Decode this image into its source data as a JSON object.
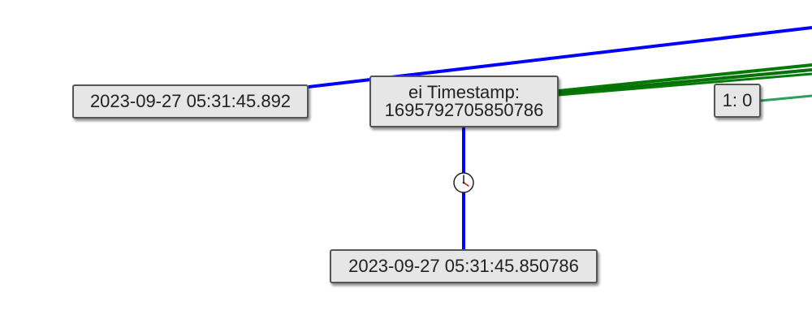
{
  "nodes": {
    "left_timestamp": "2023-09-27 05:31:45.892",
    "center": {
      "line1": "ei Timestamp:",
      "line2": "1695792705850786"
    },
    "right_label": "1: 0",
    "bottom_timestamp": "2023-09-27 05:31:45.850786"
  },
  "colors": {
    "blue_edge": "#0000ff",
    "dark_green_edge": "#007a00",
    "teal_edge": "#2e9e5e",
    "node_fill": "#e6e6e6",
    "node_border": "#555555",
    "clock_hand": "#d40000"
  },
  "icons": {
    "edge_marker": "clock-icon"
  }
}
